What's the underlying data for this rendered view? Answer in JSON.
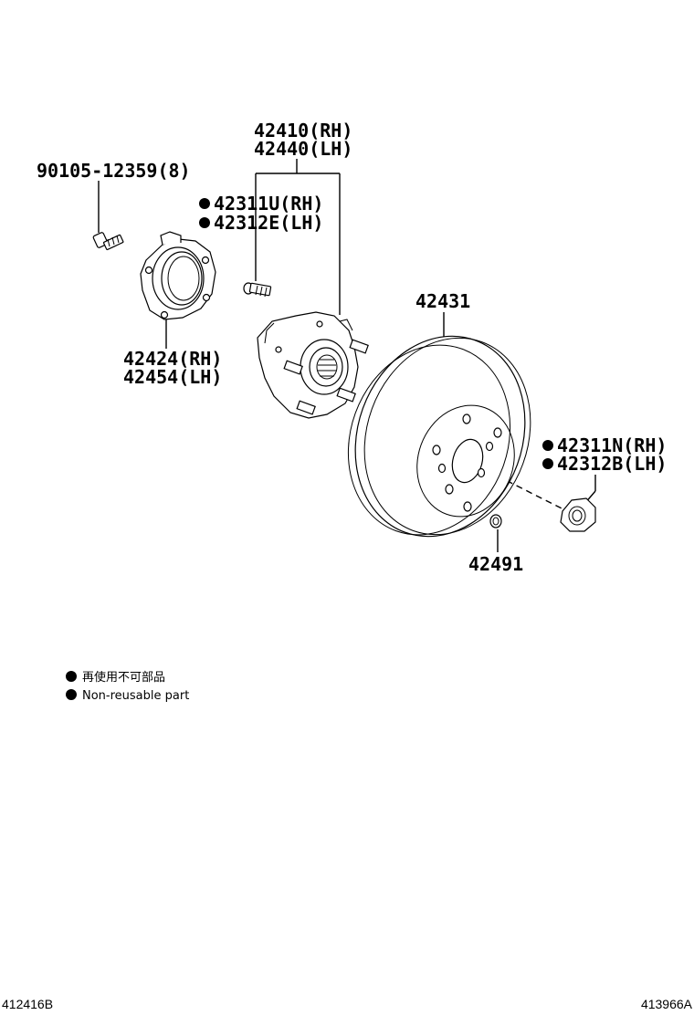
{
  "parts": {
    "bolt_90105": {
      "number": "90105-12359(8)"
    },
    "hub_assembly": {
      "rh": "42410(RH)",
      "lh": "42440(LH)"
    },
    "hub_bolt": {
      "rh": "42311U(RH)",
      "lh": "42312E(LH)"
    },
    "bearing_retainer": {
      "rh": "42424(RH)",
      "lh": "42454(LH)"
    },
    "disc": {
      "number": "42431"
    },
    "hub_nut": {
      "rh": "42311N(RH)",
      "lh": "42312B(LH)"
    },
    "plug": {
      "number": "42491"
    }
  },
  "legend": {
    "jp": "再使用不可部品",
    "en": "Non-reusable part"
  },
  "footer": {
    "left_code": "412416B",
    "right_code": "413966A"
  },
  "colors": {
    "ink": "#000000",
    "paper": "#ffffff"
  }
}
